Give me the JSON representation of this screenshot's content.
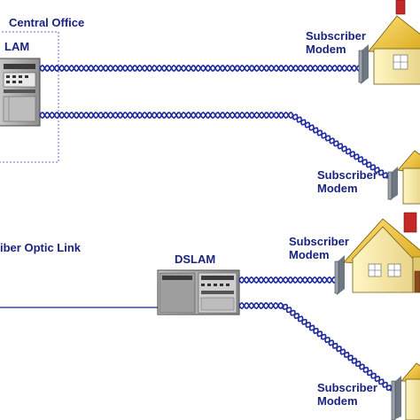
{
  "labels": {
    "central_office": "Central Office",
    "dslam_top": "LAM",
    "dslam_bottom": "DSLAM",
    "fiber_link": "iber Optic Link",
    "subscriber_line1": "Subscriber",
    "subscriber_line2": "Modem"
  },
  "colors": {
    "label_text": "#1a237e",
    "twisted_pair": "#1f2a9c",
    "house_wall": "#f5e7a6",
    "house_roof": "#f2cc2e",
    "chimney": "#c62828",
    "door": "#8d4a1c",
    "modem_body": "#9aa3ad",
    "dslam_body": "#a7a7a7"
  },
  "icons": [
    "dslam-rack-icon",
    "house-icon",
    "modem-icon",
    "chimney-icon"
  ]
}
